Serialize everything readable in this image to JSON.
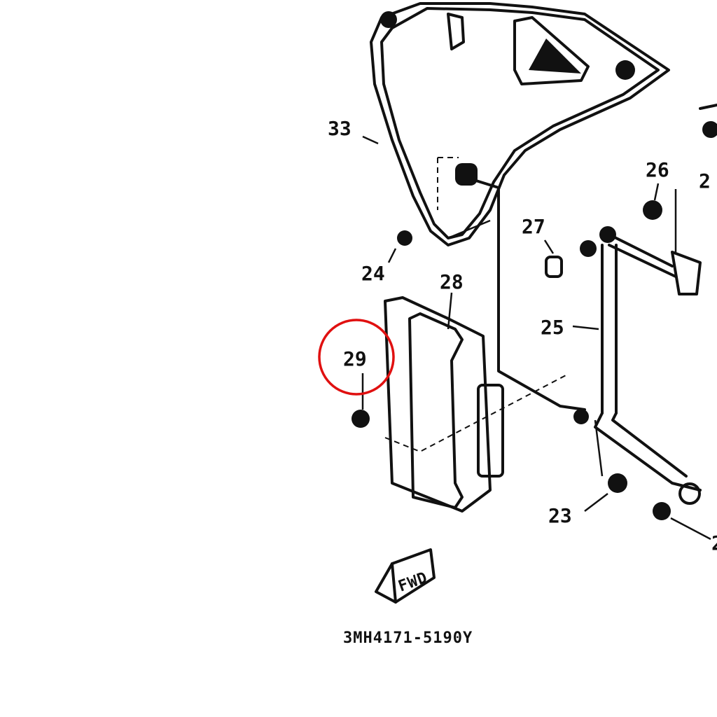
{
  "diagram": {
    "part_labels": {
      "p33": "33",
      "p24": "24",
      "p28": "28",
      "p29": "29",
      "p27": "27",
      "p26": "26",
      "p2a": "2",
      "p25": "25",
      "p23": "23",
      "p2b": "2"
    },
    "fwd_label": "FWD",
    "drawing_code": "3MH4171-5190Y",
    "highlight_color": "#e01010",
    "highlighted_part": "29"
  }
}
